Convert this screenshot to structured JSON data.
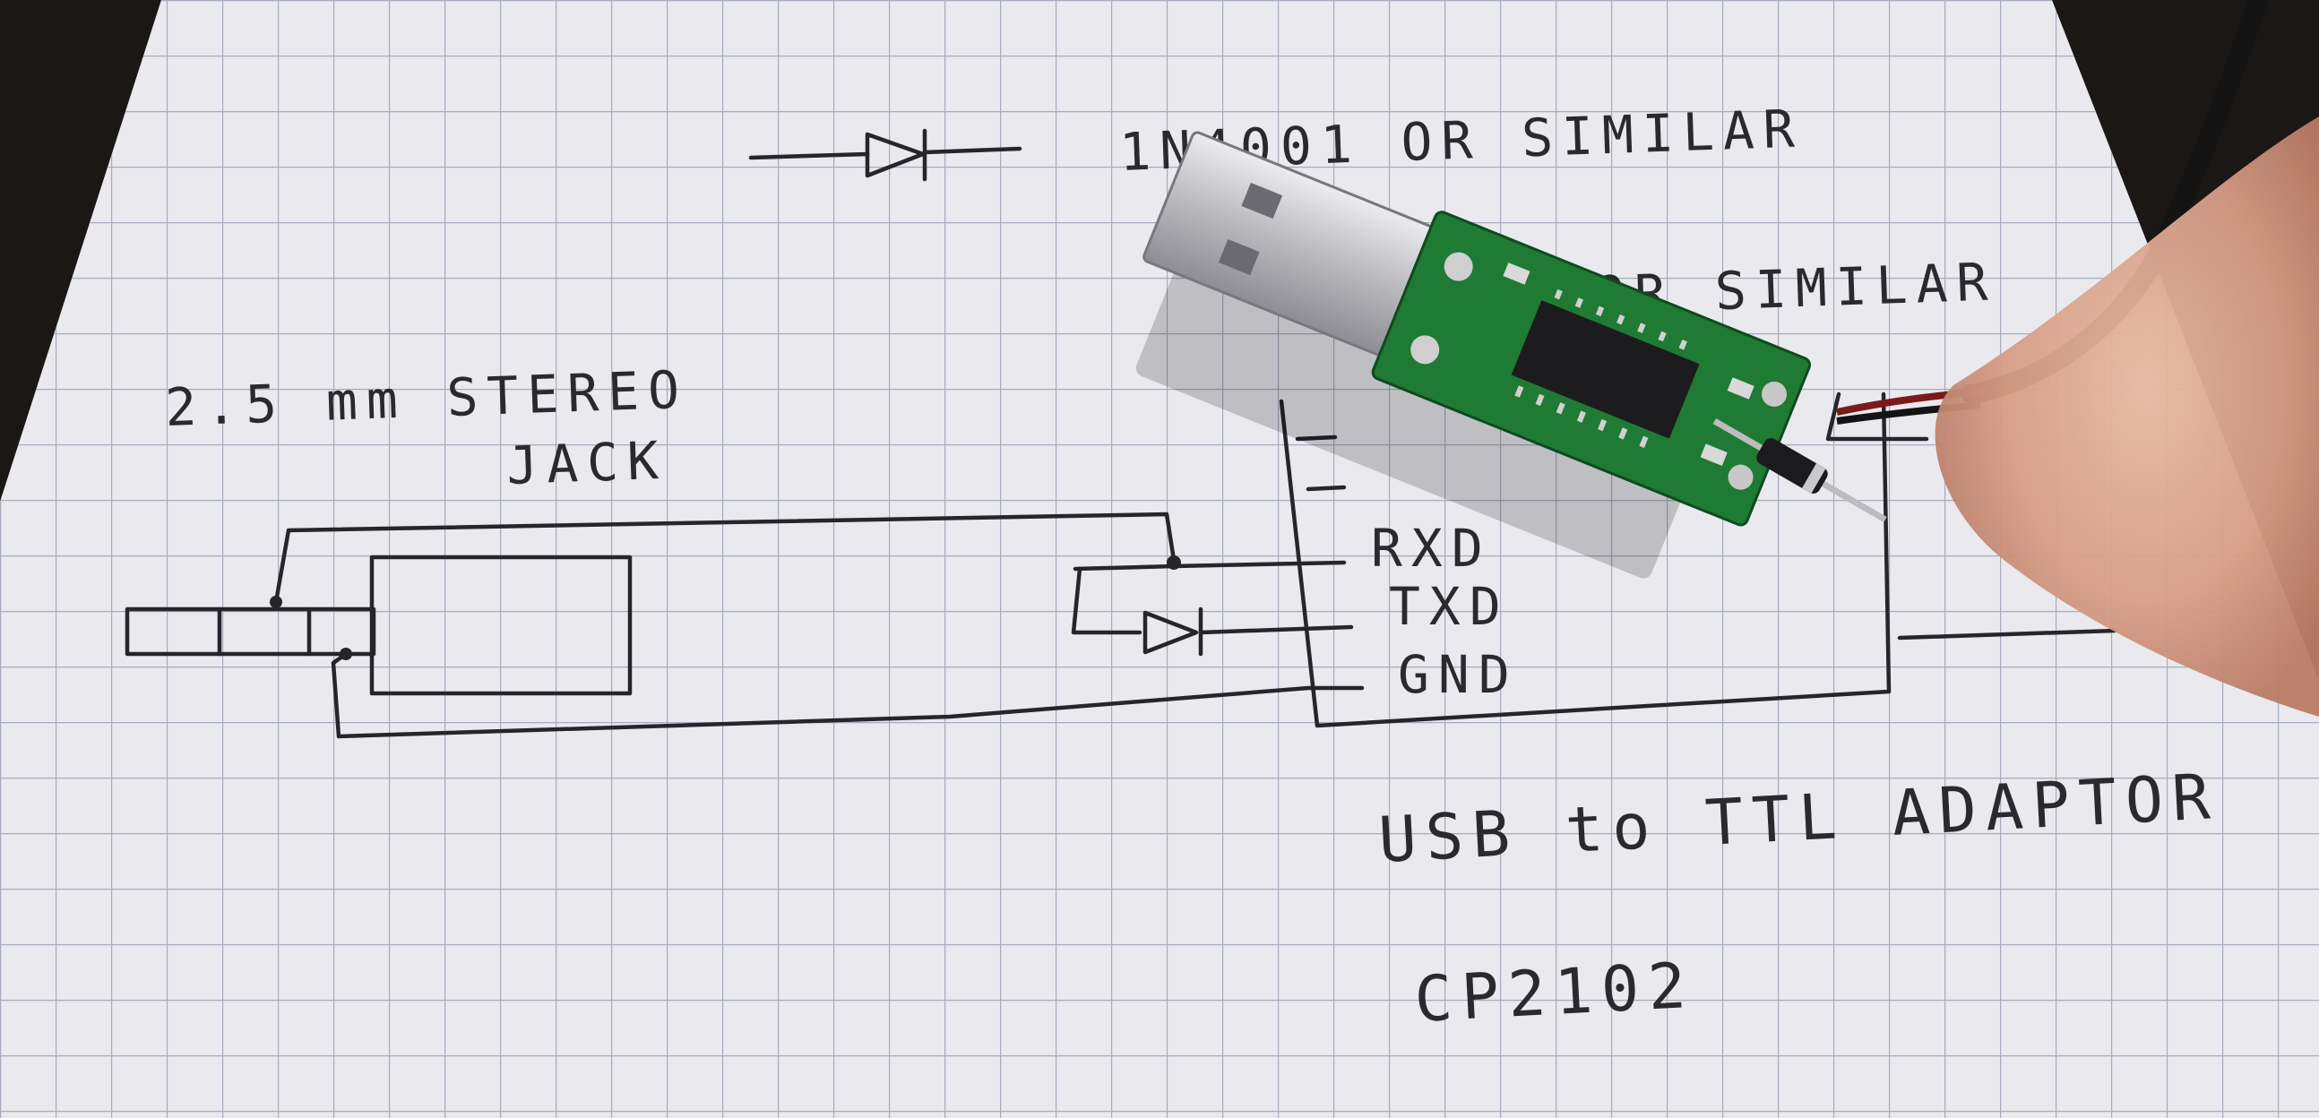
{
  "note": {
    "diode_part": "1N4001 OR SIMILAR",
    "adaptor_similar": "OR SIMILAR",
    "jack_line1": "2.5 mm STEREO",
    "jack_line2": "JACK",
    "pin_rxd": "RXD",
    "pin_txd": "TXD",
    "pin_gnd": "GND",
    "adaptor_title": "USB to TTL ADAPTOR",
    "chip_name": "CP2102"
  },
  "colors": {
    "paper": "#e9e9ee",
    "grid": "#9aa0b3",
    "ink": "#25252a",
    "pcb": "#1f7a34",
    "usb_metal": "#c8c8cc"
  },
  "icons": [
    "diode-symbol",
    "stereo-jack-symbol",
    "usb-adapter-board"
  ]
}
